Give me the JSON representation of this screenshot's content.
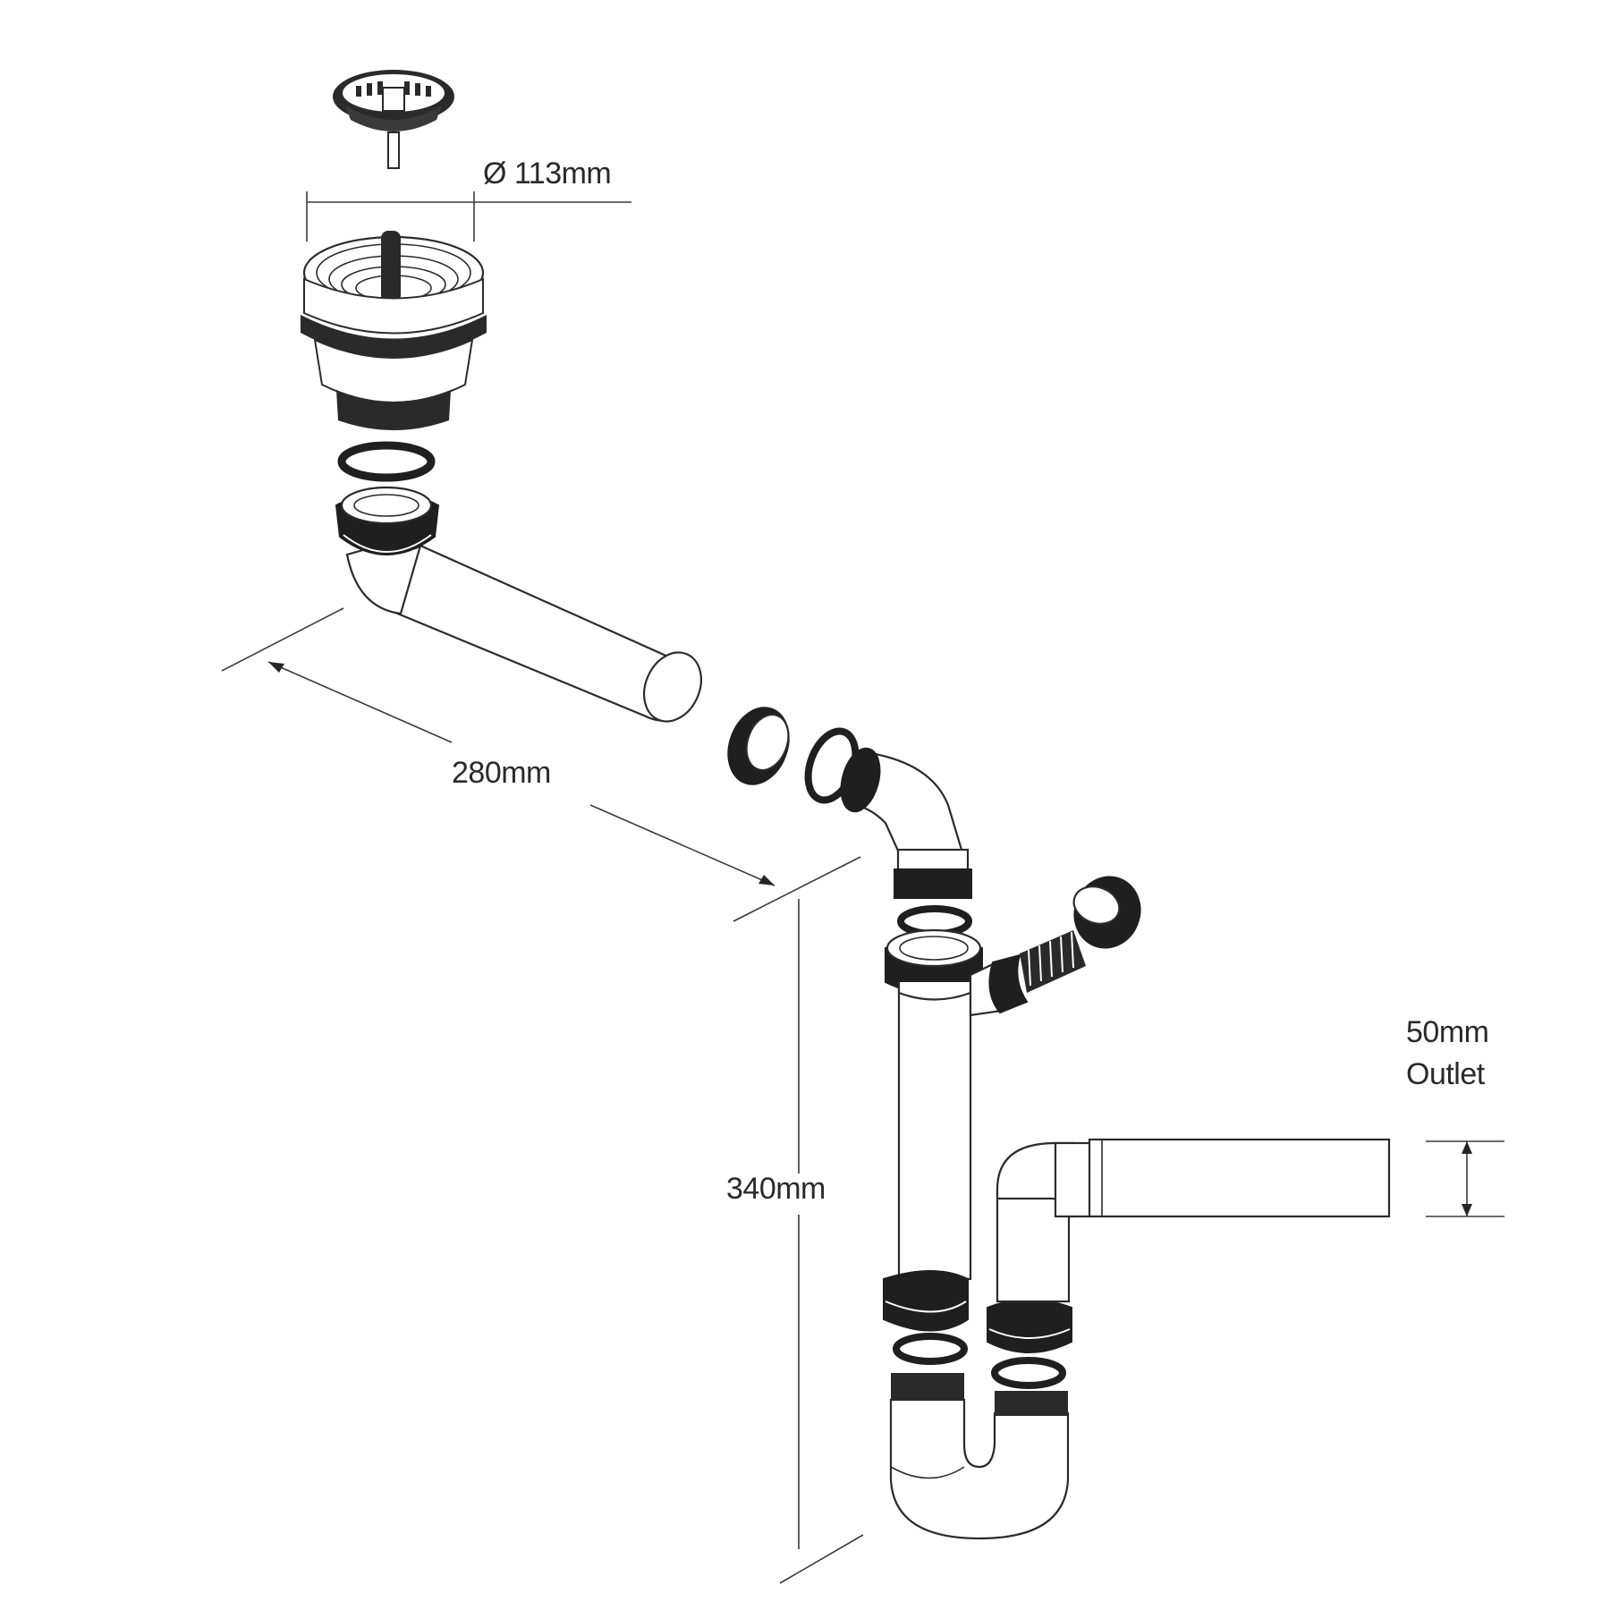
{
  "diagram": {
    "labels": {
      "basket_diameter": "Ø 113mm",
      "arm_length": "280mm",
      "trap_height": "340mm",
      "outlet_size": "50mm",
      "outlet_word": "Outlet"
    }
  }
}
